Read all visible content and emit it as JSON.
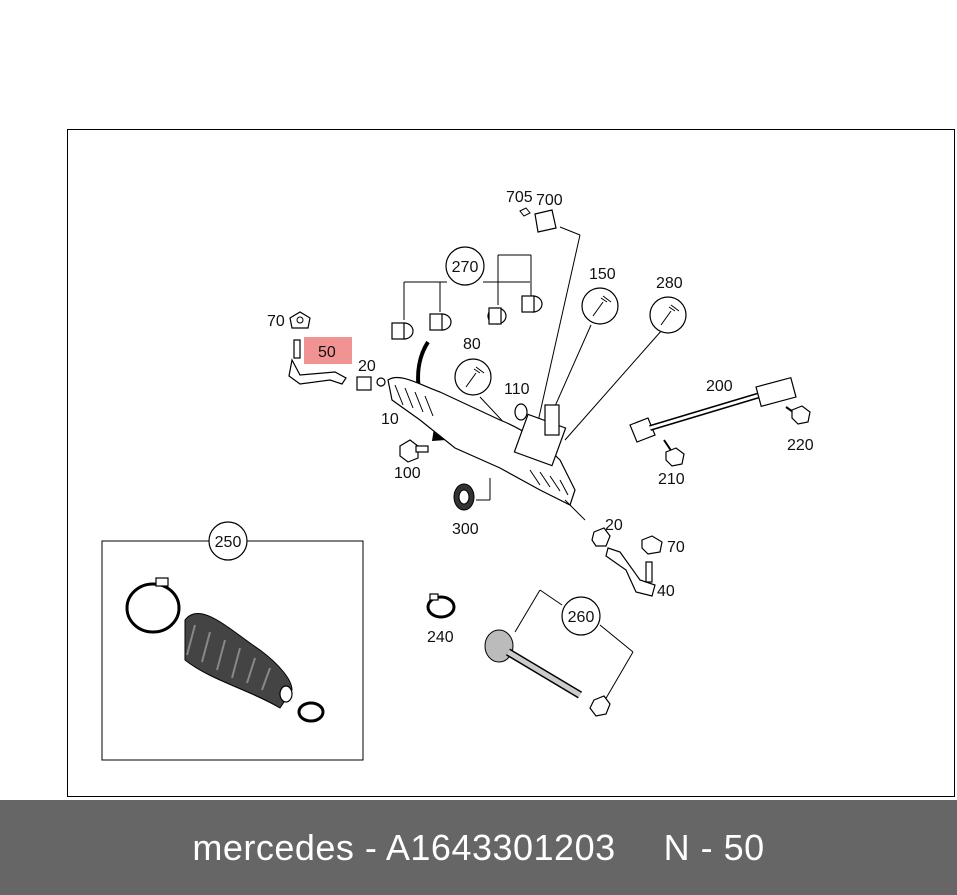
{
  "labels": {
    "l705": "705",
    "l700": "700",
    "l270": "270",
    "l150": "150",
    "l280": "280",
    "l70a": "70",
    "l50": "50",
    "l20a": "20",
    "l80": "80",
    "l110": "110",
    "l200": "200",
    "l10": "10",
    "l100": "100",
    "l220": "220",
    "l210": "210",
    "l300": "300",
    "l20b": "20",
    "l70b": "70",
    "l250": "250",
    "l40": "40",
    "l260": "260",
    "l240": "240"
  },
  "highlight_color": "#f08080",
  "footer": {
    "brand_part": "mercedes - A1643301203",
    "position": "N - 50"
  }
}
